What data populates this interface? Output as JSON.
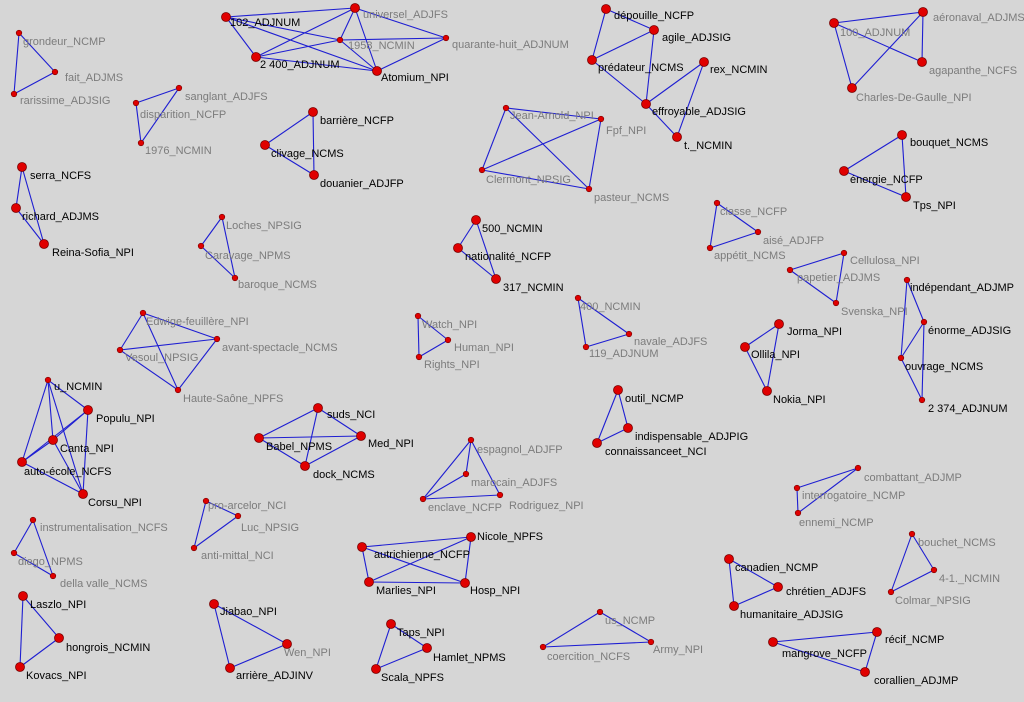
{
  "colors": {
    "background": "#d6d6d6",
    "edge": "#1e1ed2",
    "node": "#e00000",
    "label_dark": "#000000",
    "label_grey": "#7c7c7c"
  },
  "clusters": [
    {
      "nodes": [
        [
          "grondeur_NCMP",
          "grey",
          0
        ],
        [
          "fait_ADJMS",
          "grey",
          0
        ],
        [
          "rarissime_ADJSIG",
          "grey",
          0
        ]
      ],
      "edges": [
        [
          0,
          1
        ],
        [
          0,
          2
        ],
        [
          1,
          2
        ]
      ]
    },
    {
      "nodes": [
        [
          "102_ADJNUM",
          "dark",
          1
        ],
        [
          "universel_ADJFS",
          "grey",
          1
        ],
        [
          "1958_NCMIN",
          "grey",
          0
        ],
        [
          "quarante-huit_ADJNUM",
          "grey",
          0
        ],
        [
          "2 400_ADJNUM",
          "dark",
          1
        ],
        [
          "Atomium_NPI",
          "dark",
          1
        ]
      ],
      "edges": [
        [
          0,
          1
        ],
        [
          0,
          2
        ],
        [
          0,
          4
        ],
        [
          0,
          5
        ],
        [
          1,
          2
        ],
        [
          1,
          3
        ],
        [
          1,
          4
        ],
        [
          1,
          5
        ],
        [
          2,
          3
        ],
        [
          2,
          4
        ],
        [
          2,
          5
        ],
        [
          3,
          5
        ],
        [
          4,
          5
        ]
      ]
    },
    {
      "nodes": [
        [
          "dépouille_NCFP",
          "dark",
          1
        ],
        [
          "agile_ADJSIG",
          "dark",
          1
        ],
        [
          "prédateur_NCMS",
          "dark",
          1
        ],
        [
          "rex_NCMIN",
          "dark",
          1
        ],
        [
          "effroyable_ADJSIG",
          "dark",
          1
        ],
        [
          "t._NCMIN",
          "dark",
          1
        ]
      ],
      "edges": [
        [
          0,
          1
        ],
        [
          0,
          2
        ],
        [
          1,
          2
        ],
        [
          1,
          4
        ],
        [
          2,
          4
        ],
        [
          3,
          4
        ],
        [
          3,
          5
        ],
        [
          4,
          5
        ]
      ]
    },
    {
      "nodes": [
        [
          "aéronaval_ADJMS",
          "grey",
          1
        ],
        [
          "100_ADJNUM",
          "grey",
          1
        ],
        [
          "agapanthe_NCFS",
          "grey",
          1
        ],
        [
          "Charles-De-Gaulle_NPI",
          "grey",
          1
        ]
      ],
      "edges": [
        [
          0,
          1
        ],
        [
          0,
          2
        ],
        [
          0,
          3
        ],
        [
          1,
          2
        ],
        [
          1,
          3
        ]
      ]
    },
    {
      "nodes": [
        [
          "sanglant_ADJFS",
          "grey",
          0
        ],
        [
          "disparition_NCFP",
          "grey",
          0
        ],
        [
          "1976_NCMIN",
          "grey",
          0
        ]
      ],
      "edges": [
        [
          0,
          1
        ],
        [
          0,
          2
        ],
        [
          1,
          2
        ]
      ]
    },
    {
      "nodes": [
        [
          "barrière_NCFP",
          "dark",
          1
        ],
        [
          "clivage_NCMS",
          "dark",
          1
        ],
        [
          "douanier_ADJFP",
          "dark",
          1
        ]
      ],
      "edges": [
        [
          0,
          1
        ],
        [
          0,
          2
        ],
        [
          1,
          2
        ]
      ]
    },
    {
      "nodes": [
        [
          "Jean-Arnold_NPI",
          "grey",
          0
        ],
        [
          "Fpf_NPI",
          "grey",
          0
        ],
        [
          "Clermont_NPSIG",
          "grey",
          0
        ],
        [
          "pasteur_NCMS",
          "grey",
          0
        ]
      ],
      "edges": [
        [
          0,
          1
        ],
        [
          0,
          2
        ],
        [
          0,
          3
        ],
        [
          1,
          2
        ],
        [
          1,
          3
        ],
        [
          2,
          3
        ]
      ]
    },
    {
      "nodes": [
        [
          "bouquet_NCMS",
          "dark",
          1
        ],
        [
          "énergie_NCFP",
          "dark",
          1
        ],
        [
          "Tps_NPI",
          "dark",
          1
        ]
      ],
      "edges": [
        [
          0,
          1
        ],
        [
          0,
          2
        ],
        [
          1,
          2
        ]
      ]
    },
    {
      "nodes": [
        [
          "serra_NCFS",
          "dark",
          1
        ],
        [
          "richard_ADJMS",
          "dark",
          1
        ],
        [
          "Reina-Sofia_NPI",
          "dark",
          1
        ]
      ],
      "edges": [
        [
          0,
          1
        ],
        [
          0,
          2
        ],
        [
          1,
          2
        ]
      ]
    },
    {
      "nodes": [
        [
          "Loches_NPSIG",
          "grey",
          0
        ],
        [
          "Caravage_NPMS",
          "grey",
          0
        ],
        [
          "baroque_NCMS",
          "grey",
          0
        ]
      ],
      "edges": [
        [
          0,
          1
        ],
        [
          0,
          2
        ],
        [
          1,
          2
        ]
      ]
    },
    {
      "nodes": [
        [
          "500_NCMIN",
          "dark",
          1
        ],
        [
          "nationalité_NCFP",
          "dark",
          1
        ],
        [
          "317_NCMIN",
          "dark",
          1
        ]
      ],
      "edges": [
        [
          0,
          1
        ],
        [
          0,
          2
        ],
        [
          1,
          2
        ]
      ]
    },
    {
      "nodes": [
        [
          "classe_NCFP",
          "grey",
          0
        ],
        [
          "aisé_ADJFP",
          "grey",
          0
        ],
        [
          "appétit_NCMS",
          "grey",
          0
        ]
      ],
      "edges": [
        [
          0,
          1
        ],
        [
          0,
          2
        ],
        [
          1,
          2
        ]
      ]
    },
    {
      "nodes": [
        [
          "Cellulosa_NPI",
          "grey",
          0
        ],
        [
          "papetier_ADJMS",
          "grey",
          0
        ],
        [
          "Svenska_NPI",
          "grey",
          0
        ]
      ],
      "edges": [
        [
          0,
          1
        ],
        [
          0,
          2
        ],
        [
          1,
          2
        ]
      ]
    },
    {
      "nodes": [
        [
          "indépendant_ADJMP",
          "dark",
          0
        ],
        [
          "énorme_ADJSIG",
          "dark",
          0
        ],
        [
          "ouvrage_NCMS",
          "dark",
          0
        ],
        [
          "2 374_ADJNUM",
          "dark",
          0
        ]
      ],
      "edges": [
        [
          0,
          1
        ],
        [
          0,
          2
        ],
        [
          1,
          2
        ],
        [
          1,
          3
        ],
        [
          2,
          3
        ]
      ]
    },
    {
      "nodes": [
        [
          "Edwige-feuillère_NPI",
          "grey",
          0
        ],
        [
          "avant-spectacle_NCMS",
          "grey",
          0
        ],
        [
          "Vesoul_NPSIG",
          "grey",
          0
        ],
        [
          "Haute-Saône_NPFS",
          "grey",
          0
        ]
      ],
      "edges": [
        [
          0,
          1
        ],
        [
          0,
          2
        ],
        [
          0,
          3
        ],
        [
          1,
          2
        ],
        [
          1,
          3
        ],
        [
          2,
          3
        ]
      ]
    },
    {
      "nodes": [
        [
          "Watch_NPI",
          "grey",
          0
        ],
        [
          "Human_NPI",
          "grey",
          0
        ],
        [
          "Rights_NPI",
          "grey",
          0
        ]
      ],
      "edges": [
        [
          0,
          1
        ],
        [
          0,
          2
        ],
        [
          1,
          2
        ]
      ]
    },
    {
      "nodes": [
        [
          "400_NCMIN",
          "grey",
          0
        ],
        [
          "navale_ADJFS",
          "grey",
          0
        ],
        [
          "119_ADJNUM",
          "grey",
          0
        ]
      ],
      "edges": [
        [
          0,
          1
        ],
        [
          0,
          2
        ],
        [
          1,
          2
        ]
      ]
    },
    {
      "nodes": [
        [
          "Jorma_NPI",
          "dark",
          1
        ],
        [
          "Ollila_NPI",
          "dark",
          1
        ],
        [
          "Nokia_NPI",
          "dark",
          1
        ]
      ],
      "edges": [
        [
          0,
          1
        ],
        [
          0,
          2
        ],
        [
          1,
          2
        ]
      ]
    },
    {
      "nodes": [
        [
          "u_NCMIN",
          "dark",
          0
        ],
        [
          "Populu_NPI",
          "dark",
          1
        ],
        [
          "Canta_NPI",
          "dark",
          1
        ],
        [
          "auto-école_NCFS",
          "dark",
          1
        ],
        [
          "Corsu_NPI",
          "dark",
          1
        ]
      ],
      "edges": [
        [
          0,
          1
        ],
        [
          0,
          2
        ],
        [
          0,
          3
        ],
        [
          0,
          4
        ],
        [
          1,
          2
        ],
        [
          1,
          3
        ],
        [
          1,
          4
        ],
        [
          2,
          3
        ],
        [
          2,
          4
        ],
        [
          3,
          4
        ]
      ]
    },
    {
      "nodes": [
        [
          "suds_NCI",
          "dark",
          1
        ],
        [
          "Babel_NPMS",
          "dark",
          1
        ],
        [
          "Med_NPI",
          "dark",
          1
        ],
        [
          "dock_NCMS",
          "dark",
          1
        ]
      ],
      "edges": [
        [
          0,
          1
        ],
        [
          0,
          2
        ],
        [
          0,
          3
        ],
        [
          1,
          2
        ],
        [
          1,
          3
        ],
        [
          2,
          3
        ]
      ]
    },
    {
      "nodes": [
        [
          "outil_NCMP",
          "dark",
          1
        ],
        [
          "indispensable_ADJPIG",
          "dark",
          1
        ],
        [
          "connaissanceet_NCI",
          "dark",
          1
        ]
      ],
      "edges": [
        [
          0,
          1
        ],
        [
          0,
          2
        ],
        [
          1,
          2
        ]
      ]
    },
    {
      "nodes": [
        [
          "espagnol_ADJFP",
          "grey",
          0
        ],
        [
          "marocain_ADJFS",
          "grey",
          0
        ],
        [
          "enclave_NCFP",
          "grey",
          0
        ],
        [
          "Rodriguez_NPI",
          "grey",
          0
        ]
      ],
      "edges": [
        [
          0,
          1
        ],
        [
          0,
          2
        ],
        [
          0,
          3
        ],
        [
          1,
          2
        ],
        [
          2,
          3
        ]
      ]
    },
    {
      "nodes": [
        [
          "combattant_ADJMP",
          "grey",
          0
        ],
        [
          "interrogatoire_NCMP",
          "grey",
          0
        ],
        [
          "ennemi_NCMP",
          "grey",
          0
        ]
      ],
      "edges": [
        [
          0,
          1
        ],
        [
          0,
          2
        ],
        [
          1,
          2
        ]
      ]
    },
    {
      "nodes": [
        [
          "pro-arcelor_NCI",
          "grey",
          0
        ],
        [
          "Luc_NPSIG",
          "grey",
          0
        ],
        [
          "anti-mittal_NCI",
          "grey",
          0
        ]
      ],
      "edges": [
        [
          0,
          1
        ],
        [
          0,
          2
        ],
        [
          1,
          2
        ]
      ]
    },
    {
      "nodes": [
        [
          "instrumentalisation_NCFS",
          "grey",
          0
        ],
        [
          "diego_NPMS",
          "grey",
          0
        ],
        [
          "della valle_NCMS",
          "grey",
          0
        ]
      ],
      "edges": [
        [
          0,
          1
        ],
        [
          0,
          2
        ],
        [
          1,
          2
        ]
      ]
    },
    {
      "nodes": [
        [
          "Nicole_NPFS",
          "dark",
          1
        ],
        [
          "autrichienne_NCFP",
          "dark",
          1
        ],
        [
          "Marlies_NPI",
          "dark",
          1
        ],
        [
          "Hosp_NPI",
          "dark",
          1
        ]
      ],
      "edges": [
        [
          0,
          1
        ],
        [
          0,
          2
        ],
        [
          0,
          3
        ],
        [
          1,
          2
        ],
        [
          1,
          3
        ],
        [
          2,
          3
        ]
      ]
    },
    {
      "nodes": [
        [
          "bouchet_NCMS",
          "grey",
          0
        ],
        [
          "4-1._NCMIN",
          "grey",
          0
        ],
        [
          "Colmar_NPSIG",
          "grey",
          0
        ]
      ],
      "edges": [
        [
          0,
          1
        ],
        [
          0,
          2
        ],
        [
          1,
          2
        ]
      ]
    },
    {
      "nodes": [
        [
          "canadien_NCMP",
          "dark",
          1
        ],
        [
          "chrétien_ADJFS",
          "dark",
          1
        ],
        [
          "humanitaire_ADJSIG",
          "dark",
          1
        ]
      ],
      "edges": [
        [
          0,
          1
        ],
        [
          0,
          2
        ],
        [
          1,
          2
        ]
      ]
    },
    {
      "nodes": [
        [
          "Laszlo_NPI",
          "dark",
          1
        ],
        [
          "hongrois_NCMIN",
          "dark",
          1
        ],
        [
          "Kovacs_NPI",
          "dark",
          1
        ]
      ],
      "edges": [
        [
          0,
          1
        ],
        [
          0,
          2
        ],
        [
          1,
          2
        ]
      ]
    },
    {
      "nodes": [
        [
          "Jiabao_NPI",
          "dark",
          1
        ],
        [
          "Wen_NPI",
          "grey",
          1
        ],
        [
          "arrière_ADJINV",
          "dark",
          1
        ]
      ],
      "edges": [
        [
          0,
          1
        ],
        [
          0,
          2
        ],
        [
          1,
          2
        ]
      ]
    },
    {
      "nodes": [
        [
          "Taps_NPI",
          "dark",
          1
        ],
        [
          "Hamlet_NPMS",
          "dark",
          1
        ],
        [
          "Scala_NPFS",
          "dark",
          1
        ]
      ],
      "edges": [
        [
          0,
          1
        ],
        [
          0,
          2
        ],
        [
          1,
          2
        ]
      ]
    },
    {
      "nodes": [
        [
          "us_NCMP",
          "grey",
          0
        ],
        [
          "coercition_NCFS",
          "grey",
          0
        ],
        [
          "Army_NPI",
          "grey",
          0
        ]
      ],
      "edges": [
        [
          0,
          1
        ],
        [
          0,
          2
        ],
        [
          1,
          2
        ]
      ]
    },
    {
      "nodes": [
        [
          "récif_NCMP",
          "dark",
          1
        ],
        [
          "mangrove_NCFP",
          "dark",
          1
        ],
        [
          "corallien_ADJMP",
          "dark",
          1
        ]
      ],
      "edges": [
        [
          0,
          1
        ],
        [
          0,
          2
        ],
        [
          1,
          2
        ]
      ]
    }
  ]
}
